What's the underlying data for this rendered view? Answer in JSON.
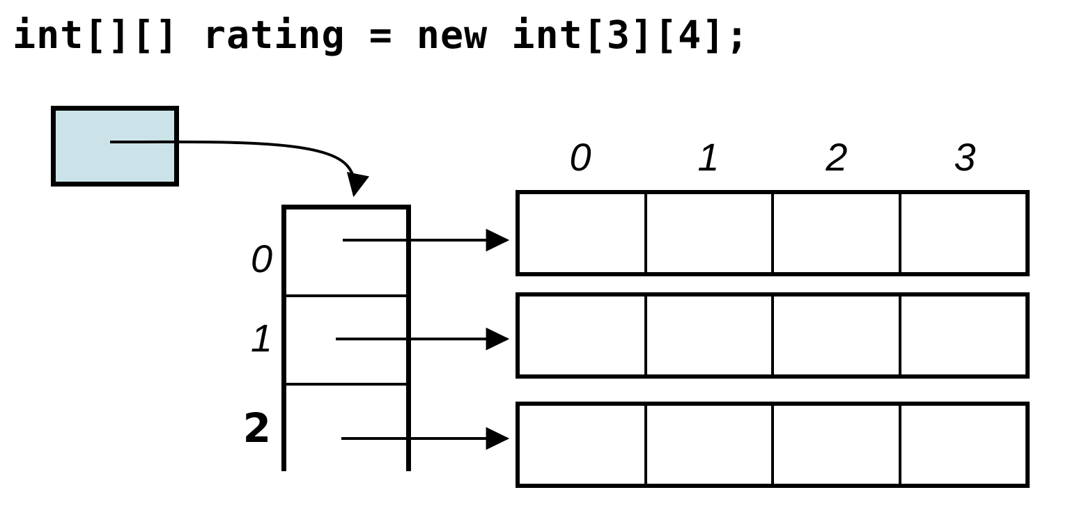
{
  "diagram": {
    "title_code": "int[][] rating = new int[3][4];",
    "reference_box": {
      "name": "rating-reference-cell",
      "fill_color": "#cbe3e8",
      "border_color": "#000000",
      "label": ""
    },
    "outer_array": {
      "length": 3,
      "row_labels": [
        "0",
        "1",
        "2"
      ],
      "cell_labels": [
        "",
        "",
        ""
      ]
    },
    "inner_arrays": {
      "count": 3,
      "length": 4,
      "column_labels": [
        "0",
        "1",
        "2",
        "3"
      ],
      "rows": [
        {
          "index": "0",
          "cells": [
            "",
            "",
            "",
            ""
          ]
        },
        {
          "index": "1",
          "cells": [
            "",
            "",
            "",
            ""
          ]
        },
        {
          "index": "2",
          "cells": [
            "",
            "",
            "",
            ""
          ]
        }
      ]
    },
    "connectors": [
      {
        "name": "reference-to-outer-array",
        "style": "curved-arrow"
      },
      {
        "name": "outer-row-0-to-inner-array-0",
        "style": "straight-arrow"
      },
      {
        "name": "outer-row-1-to-inner-array-1",
        "style": "straight-arrow"
      },
      {
        "name": "outer-row-2-to-inner-array-2",
        "style": "straight-arrow"
      }
    ],
    "colors": {
      "background": "#ffffff",
      "stroke": "#000000",
      "reference_fill": "#cbe3e8"
    }
  }
}
